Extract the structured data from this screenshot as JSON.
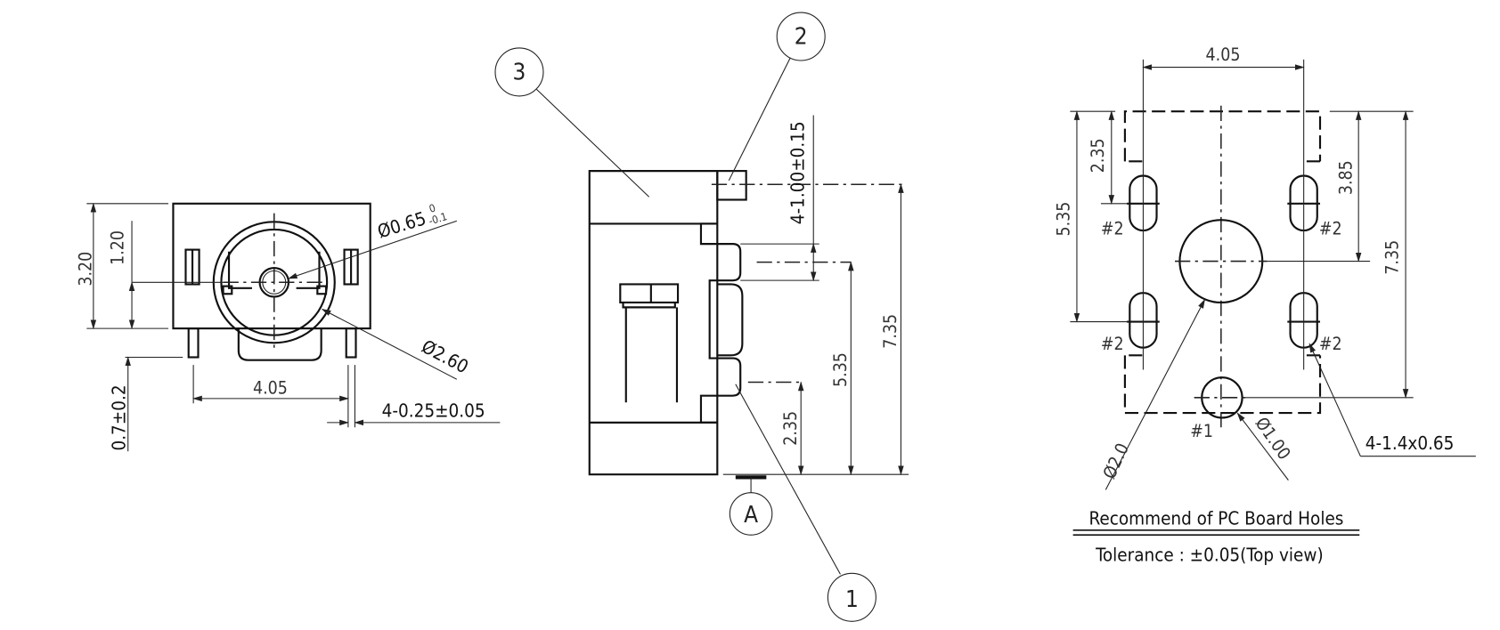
{
  "front_view": {
    "dim_height": "3.20",
    "dim_center": "1.20",
    "dim_pin_length": "0.7±0.2",
    "dim_pin_pitch": "4.05",
    "dim_pin_width": "4-0.25±0.05",
    "dim_hole": "Ø0.65",
    "dim_hole_tol_upper": "0",
    "dim_hole_tol_lower": "-0.1",
    "dim_outer": "Ø2.60"
  },
  "side_view": {
    "balloon_1": "1",
    "balloon_2": "2",
    "balloon_3": "3",
    "datum": "A",
    "dim_pin_thickness": "4-1.00±0.15",
    "dim_535": "5.35",
    "dim_735": "7.35",
    "dim_235": "2.35"
  },
  "pcb_view": {
    "dim_top": "4.05",
    "dim_left_outer": "5.35",
    "dim_left_inner": "2.35",
    "dim_right_inner": "3.85",
    "dim_right_outer": "7.35",
    "pin2_label": "#2",
    "pin1_label": "#1",
    "big_hole": "Ø2.0",
    "small_hole": "Ø1.00",
    "slot_spec": "4-1.4x0.65",
    "title": "Recommend of PC Board Holes",
    "tolerance": "Tolerance : ±0.05(Top view)"
  }
}
